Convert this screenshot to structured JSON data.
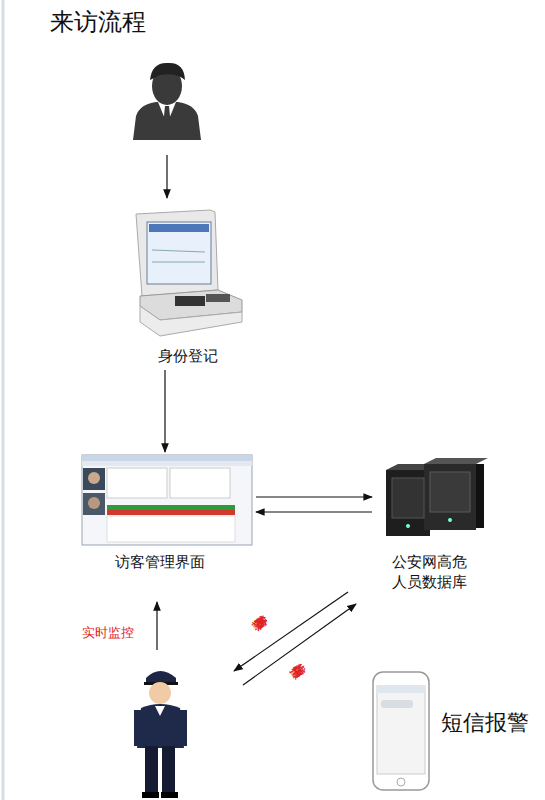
{
  "diagram": {
    "title": "来访流程",
    "nodes": [
      {
        "text": [
          "身份登记"
        ]
      },
      {
        "text": [
          "访客管理界面"
        ]
      },
      {
        "text": [
          "公安网高危 人员数据库"
        ]
      },
      {
        "text": [
          "短信报警"
        ]
      }
    ],
    "edges": [
      {
        "from": 0,
        "to": 1,
        "arrow": "to"
      },
      {
        "from": 1,
        "to": 2,
        "arrow": "to"
      },
      {
        "from": 2,
        "to": 1,
        "arrow": "to"
      }
    ],
    "labels": [
      "实时监控",
      "危险人员预警",
      "发出短信报警"
    ]
  }
}
